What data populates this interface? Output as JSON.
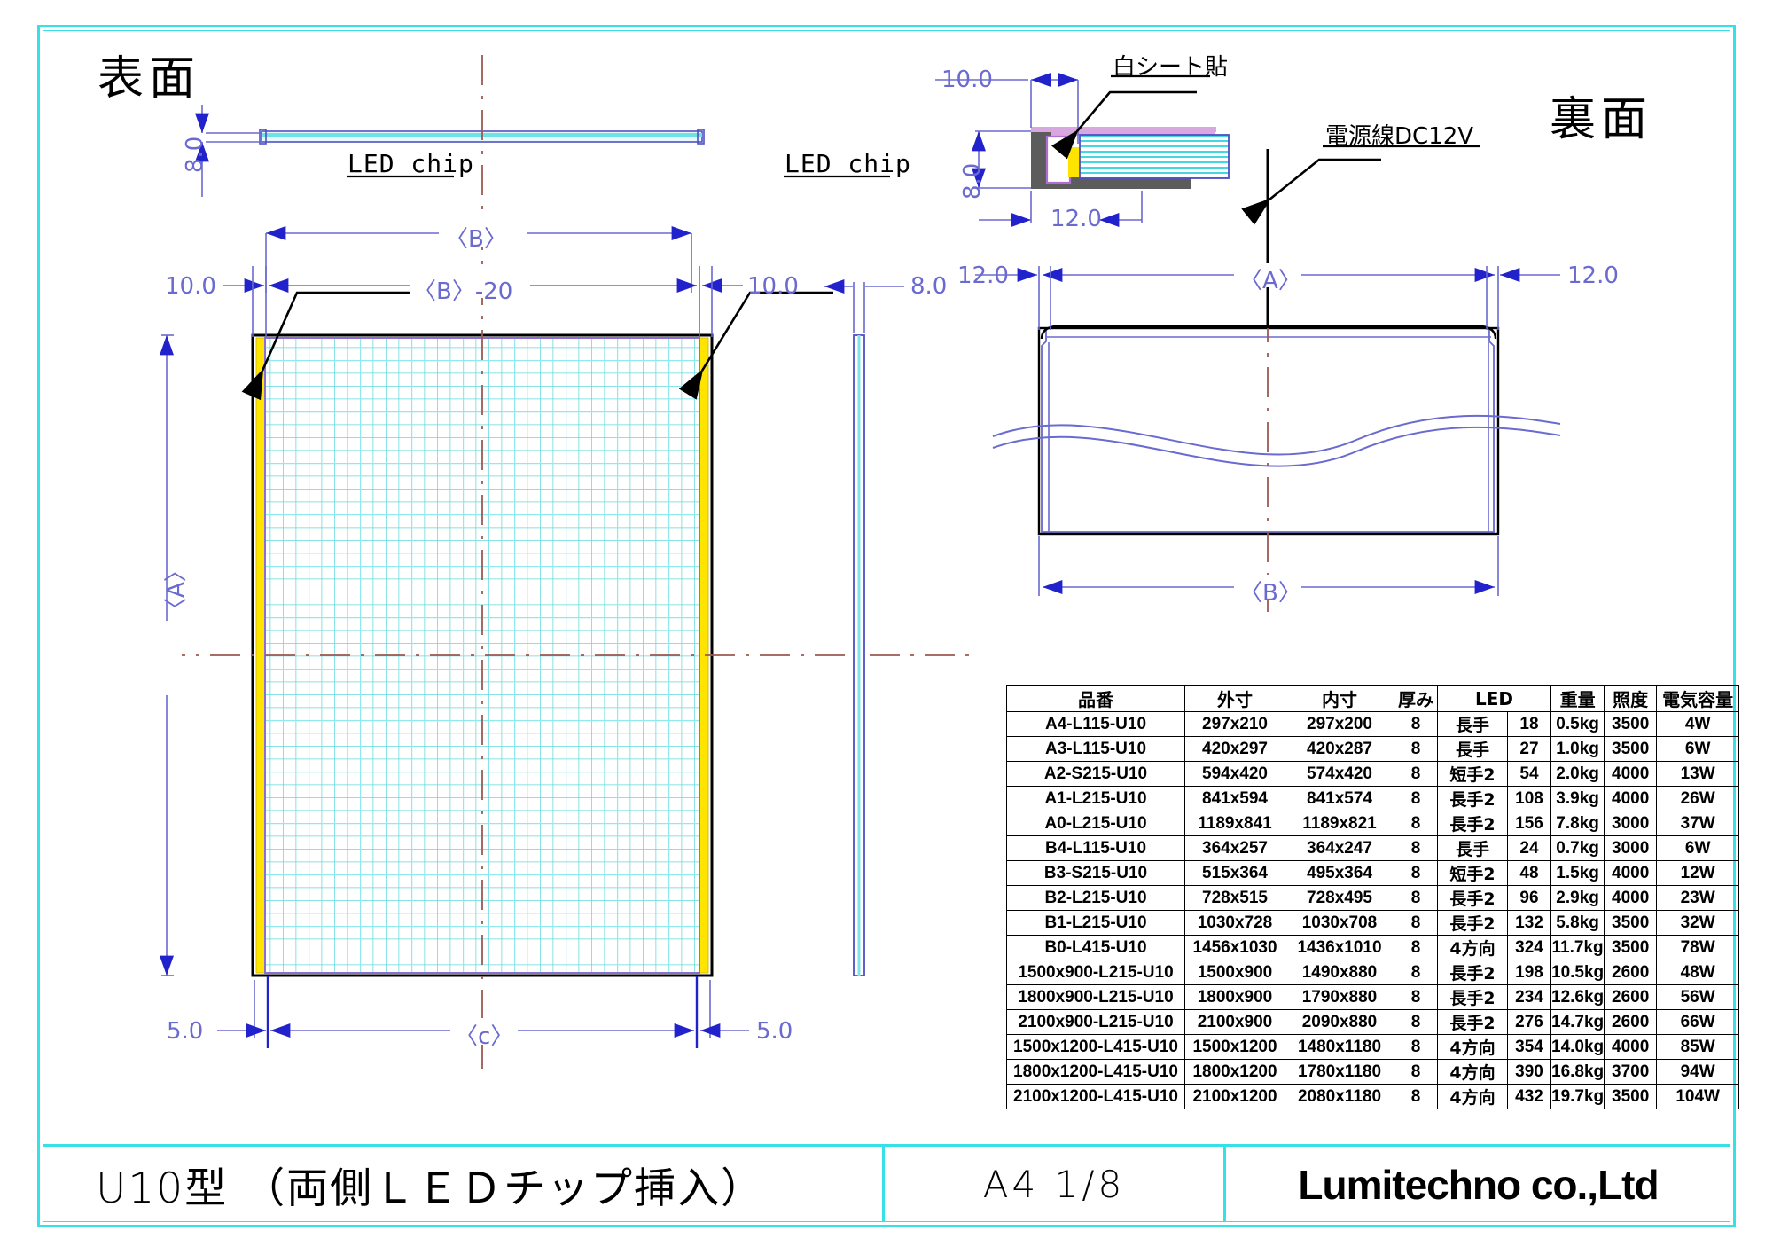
{
  "drawing": {
    "view_front_label": "表面",
    "view_back_label": "裏面",
    "callouts": {
      "led_chip_left": "LED chip",
      "led_chip_right": "LED chip",
      "white_sheet": "白シート貼",
      "power_cable": "電源線DC12V"
    },
    "dimensions": {
      "front_thickness": "8.0",
      "front_width_outer": "〈B〉",
      "front_width_inner": "〈B〉-20",
      "front_margin_left": "10.0",
      "front_margin_right": "10.0",
      "side_thickness": "8.0",
      "front_height": "〈A〉",
      "bottom_left_offset": "5.0",
      "bottom_right_offset": "5.0",
      "bottom_span": "〈c〉",
      "detail_top_margin": "10.0",
      "detail_thickness": "8.0",
      "detail_depth": "12.0",
      "back_left_margin": "12.0",
      "back_right_margin": "12.0",
      "back_width_top": "〈A〉",
      "back_width_bottom": "〈B〉"
    }
  },
  "title_block": {
    "product_name": "U10型 （両側ＬＥＤチップ挿入）",
    "sheet_size": "A4 1/8",
    "company": "Lumitechno co.,Ltd"
  },
  "spec_table": {
    "headers": {
      "part_no": "品番",
      "outer": "外寸",
      "inner": "内寸",
      "thickness": "厚み",
      "led": "LED",
      "weight": "重量",
      "illuminance": "照度",
      "power": "電気容量"
    },
    "rows": [
      {
        "part_no": "A4-L115-U10",
        "outer": "297x210",
        "inner": "297x200",
        "thickness": "8",
        "led_dir": "長手",
        "led_qty": "18",
        "weight": "0.5kg",
        "lux": "3500",
        "power": "4W"
      },
      {
        "part_no": "A3-L115-U10",
        "outer": "420x297",
        "inner": "420x287",
        "thickness": "8",
        "led_dir": "長手",
        "led_qty": "27",
        "weight": "1.0kg",
        "lux": "3500",
        "power": "6W"
      },
      {
        "part_no": "A2-S215-U10",
        "outer": "594x420",
        "inner": "574x420",
        "thickness": "8",
        "led_dir": "短手2",
        "led_qty": "54",
        "weight": "2.0kg",
        "lux": "4000",
        "power": "13W"
      },
      {
        "part_no": "A1-L215-U10",
        "outer": "841x594",
        "inner": "841x574",
        "thickness": "8",
        "led_dir": "長手2",
        "led_qty": "108",
        "weight": "3.9kg",
        "lux": "4000",
        "power": "26W"
      },
      {
        "part_no": "A0-L215-U10",
        "outer": "1189x841",
        "inner": "1189x821",
        "thickness": "8",
        "led_dir": "長手2",
        "led_qty": "156",
        "weight": "7.8kg",
        "lux": "3000",
        "power": "37W"
      },
      {
        "part_no": "B4-L115-U10",
        "outer": "364x257",
        "inner": "364x247",
        "thickness": "8",
        "led_dir": "長手",
        "led_qty": "24",
        "weight": "0.7kg",
        "lux": "3000",
        "power": "6W"
      },
      {
        "part_no": "B3-S215-U10",
        "outer": "515x364",
        "inner": "495x364",
        "thickness": "8",
        "led_dir": "短手2",
        "led_qty": "48",
        "weight": "1.5kg",
        "lux": "4000",
        "power": "12W"
      },
      {
        "part_no": "B2-L215-U10",
        "outer": "728x515",
        "inner": "728x495",
        "thickness": "8",
        "led_dir": "長手2",
        "led_qty": "96",
        "weight": "2.9kg",
        "lux": "4000",
        "power": "23W"
      },
      {
        "part_no": "B1-L215-U10",
        "outer": "1030x728",
        "inner": "1030x708",
        "thickness": "8",
        "led_dir": "長手2",
        "led_qty": "132",
        "weight": "5.8kg",
        "lux": "3500",
        "power": "32W"
      },
      {
        "part_no": "B0-L415-U10",
        "outer": "1456x1030",
        "inner": "1436x1010",
        "thickness": "8",
        "led_dir": "4方向",
        "led_qty": "324",
        "weight": "11.7kg",
        "lux": "3500",
        "power": "78W"
      },
      {
        "part_no": "1500x900-L215-U10",
        "outer": "1500x900",
        "inner": "1490x880",
        "thickness": "8",
        "led_dir": "長手2",
        "led_qty": "198",
        "weight": "10.5kg",
        "lux": "2600",
        "power": "48W"
      },
      {
        "part_no": "1800x900-L215-U10",
        "outer": "1800x900",
        "inner": "1790x880",
        "thickness": "8",
        "led_dir": "長手2",
        "led_qty": "234",
        "weight": "12.6kg",
        "lux": "2600",
        "power": "56W"
      },
      {
        "part_no": "2100x900-L215-U10",
        "outer": "2100x900",
        "inner": "2090x880",
        "thickness": "8",
        "led_dir": "長手2",
        "led_qty": "276",
        "weight": "14.7kg",
        "lux": "2600",
        "power": "66W"
      },
      {
        "part_no": "1500x1200-L415-U10",
        "outer": "1500x1200",
        "inner": "1480x1180",
        "thickness": "8",
        "led_dir": "4方向",
        "led_qty": "354",
        "weight": "14.0kg",
        "lux": "4000",
        "power": "85W"
      },
      {
        "part_no": "1800x1200-L415-U10",
        "outer": "1800x1200",
        "inner": "1780x1180",
        "thickness": "8",
        "led_dir": "4方向",
        "led_qty": "390",
        "weight": "16.8kg",
        "lux": "3700",
        "power": "94W"
      },
      {
        "part_no": "2100x1200-L415-U10",
        "outer": "2100x1200",
        "inner": "2080x1180",
        "thickness": "8",
        "led_dir": "4方向",
        "led_qty": "432",
        "weight": "19.7kg",
        "lux": "3500",
        "power": "104W"
      }
    ]
  },
  "colors": {
    "frame_border": "#35e0e8",
    "dimension_line": "#6a6ad0",
    "centerline": "#9b5a52",
    "led_strip": "#ffe400",
    "panel_grid": "#5fd8dd"
  }
}
